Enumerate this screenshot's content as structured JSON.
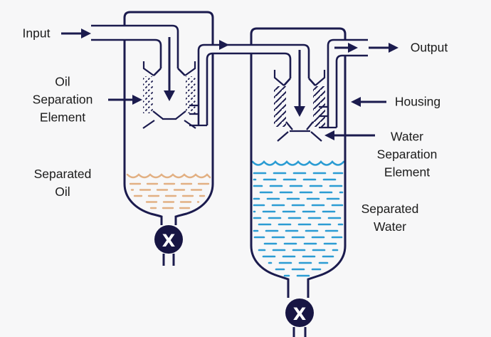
{
  "labels": {
    "input": "Input",
    "oil_separation_element": "Oil\nSeparation\nElement",
    "separated_oil": "Separated\nOil",
    "output": "Output",
    "housing": "Housing",
    "water_separation_element": "Water\nSeparation\nElement",
    "separated_water": "Separated\nWater"
  },
  "icons": {
    "valve_symbol": "X",
    "flow_arrows": "solid navy triangles showing flow: input right, down into each separation element, right between vessels, right at output"
  },
  "colors": {
    "line_navy": "#1b1b4e",
    "valve_navy": "#171543",
    "oil_tan": "#e2b083",
    "water_blue": "#2b9cd3",
    "background": "#f7f7f8",
    "text": "#1b1b1b",
    "valve_symbol_white": "#ffffff"
  }
}
